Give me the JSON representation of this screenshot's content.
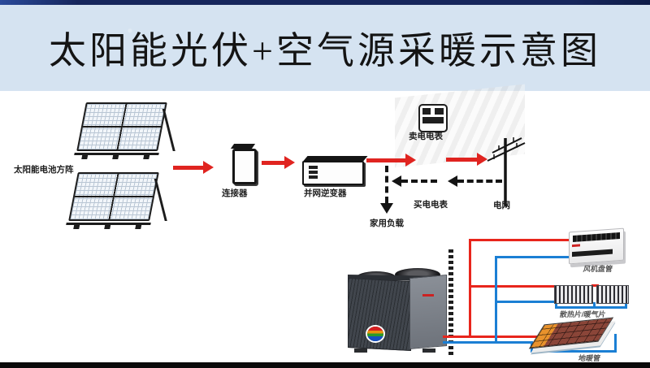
{
  "title": "太阳能光伏+空气源采暖示意图",
  "diagram": {
    "solar_array_label": "太阳能电池方阵",
    "connector_label": "连接器",
    "inverter_label": "并网逆变器",
    "sell_meter_label": "卖电电表",
    "buy_meter_label": "买电电表",
    "grid_label": "电网",
    "load_label": "家用负载",
    "fan_coil_label": "风机盘管",
    "radiator_label": "散热片/暖气片",
    "floor_label": "地暖管"
  },
  "colors": {
    "header_bg": "#d5e3f1",
    "top_strip": "#16265c",
    "arrow_red": "#e02420",
    "pipe_red": "#e8251c",
    "pipe_blue": "#1b7fd4",
    "line_black": "#141414",
    "bottom_strip": "#0a0a0a"
  }
}
